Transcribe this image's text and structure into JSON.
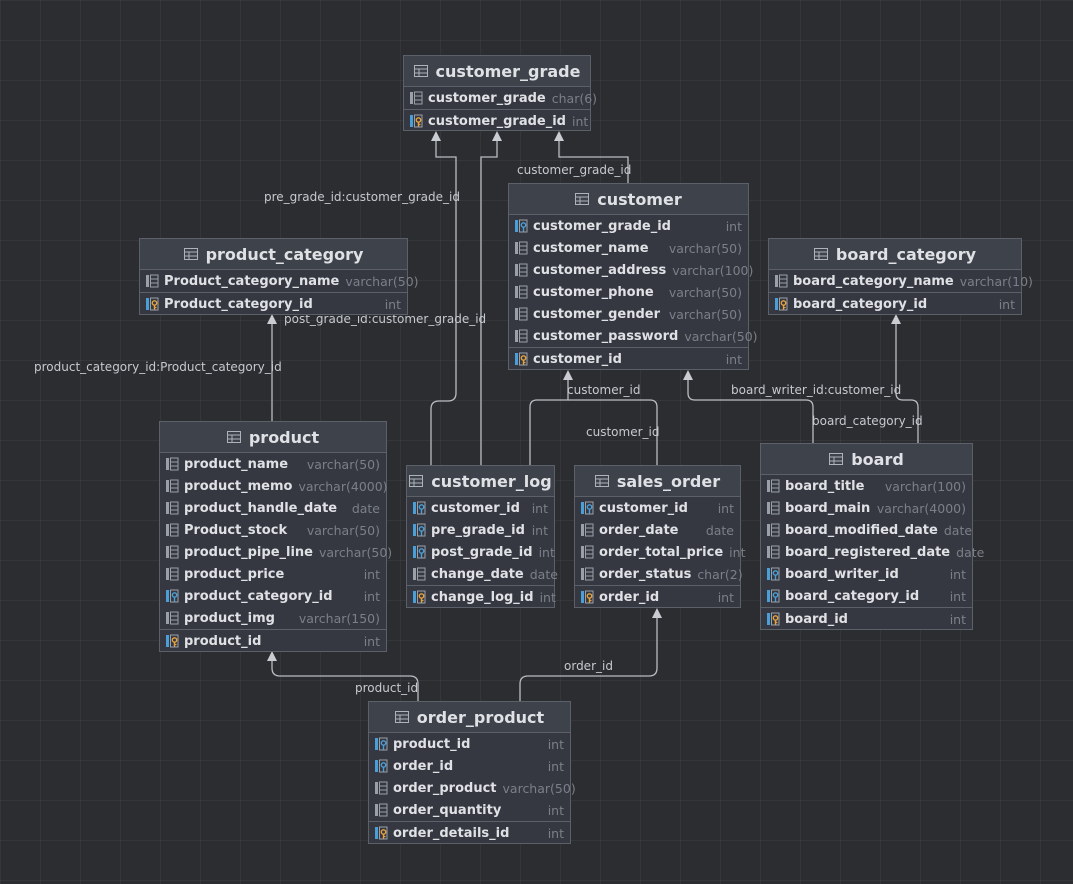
{
  "edge_labels": {
    "customer_grade_id": "customer_grade_id",
    "pre_grade": "pre_grade_id:customer_grade_id",
    "post_grade": "post_grade_id:customer_grade_id",
    "product_category": "product_category_id:Product_category_id",
    "customer_id_1": "customer_id",
    "customer_id_2": "customer_id",
    "board_writer": "board_writer_id:customer_id",
    "board_category": "board_category_id",
    "order_id": "order_id",
    "product_id": "product_id"
  },
  "tables": {
    "customer_grade": {
      "name": "customer_grade",
      "columns": [
        {
          "name": "customer_grade",
          "type": "char(6)",
          "icon": "column-icon"
        },
        {
          "name": "customer_grade_id",
          "type": "int",
          "icon": "primary-key-icon"
        }
      ]
    },
    "customer": {
      "name": "customer",
      "columns": [
        {
          "name": "customer_grade_id",
          "type": "int",
          "icon": "foreign-key-icon"
        },
        {
          "name": "customer_name",
          "type": "varchar(50)",
          "icon": "column-icon"
        },
        {
          "name": "customer_address",
          "type": "varchar(100)",
          "icon": "column-icon"
        },
        {
          "name": "customer_phone",
          "type": "varchar(50)",
          "icon": "column-icon"
        },
        {
          "name": "customer_gender",
          "type": "varchar(50)",
          "icon": "column-icon"
        },
        {
          "name": "customer_password",
          "type": "varchar(50)",
          "icon": "column-icon"
        },
        {
          "name": "customer_id",
          "type": "int",
          "icon": "primary-key-icon"
        }
      ]
    },
    "product_category": {
      "name": "product_category",
      "columns": [
        {
          "name": "Product_category_name",
          "type": "varchar(50)",
          "icon": "column-icon"
        },
        {
          "name": "Product_category_id",
          "type": "int",
          "icon": "primary-key-icon"
        }
      ]
    },
    "board_category": {
      "name": "board_category",
      "columns": [
        {
          "name": "board_category_name",
          "type": "varchar(10)",
          "icon": "column-icon"
        },
        {
          "name": "board_category_id",
          "type": "int",
          "icon": "primary-key-icon"
        }
      ]
    },
    "product": {
      "name": "product",
      "columns": [
        {
          "name": "product_name",
          "type": "varchar(50)",
          "icon": "column-icon"
        },
        {
          "name": "product_memo",
          "type": "varchar(4000)",
          "icon": "column-icon"
        },
        {
          "name": "product_handle_date",
          "type": "date",
          "icon": "column-icon"
        },
        {
          "name": "Product_stock",
          "type": "varchar(50)",
          "icon": "column-icon"
        },
        {
          "name": "product_pipe_line",
          "type": "varchar(50)",
          "icon": "column-icon"
        },
        {
          "name": "product_price",
          "type": "int",
          "icon": "column-icon"
        },
        {
          "name": "product_category_id",
          "type": "int",
          "icon": "foreign-key-icon"
        },
        {
          "name": "product_img",
          "type": "varchar(150)",
          "icon": "column-icon"
        },
        {
          "name": "product_id",
          "type": "int",
          "icon": "primary-key-icon"
        }
      ]
    },
    "customer_log": {
      "name": "customer_log",
      "columns": [
        {
          "name": "customer_id",
          "type": "int",
          "icon": "foreign-key-icon"
        },
        {
          "name": "pre_grade_id",
          "type": "int",
          "icon": "foreign-key-icon"
        },
        {
          "name": "post_grade_id",
          "type": "int",
          "icon": "foreign-key-icon"
        },
        {
          "name": "change_date",
          "type": "date",
          "icon": "column-icon"
        },
        {
          "name": "change_log_id",
          "type": "int",
          "icon": "primary-key-icon"
        }
      ]
    },
    "sales_order": {
      "name": "sales_order",
      "columns": [
        {
          "name": "customer_id",
          "type": "int",
          "icon": "foreign-key-icon"
        },
        {
          "name": "order_date",
          "type": "date",
          "icon": "column-icon"
        },
        {
          "name": "order_total_price",
          "type": "int",
          "icon": "column-icon"
        },
        {
          "name": "order_status",
          "type": "char(2)",
          "icon": "column-icon"
        },
        {
          "name": "order_id",
          "type": "int",
          "icon": "primary-key-icon"
        }
      ]
    },
    "board": {
      "name": "board",
      "columns": [
        {
          "name": "board_title",
          "type": "varchar(100)",
          "icon": "column-icon"
        },
        {
          "name": "board_main",
          "type": "varchar(4000)",
          "icon": "column-icon"
        },
        {
          "name": "board_modified_date",
          "type": "date",
          "icon": "column-icon"
        },
        {
          "name": "board_registered_date",
          "type": "date",
          "icon": "column-icon"
        },
        {
          "name": "board_writer_id",
          "type": "int",
          "icon": "foreign-key-icon"
        },
        {
          "name": "board_category_id",
          "type": "int",
          "icon": "foreign-key-icon"
        },
        {
          "name": "board_id",
          "type": "int",
          "icon": "primary-key-icon"
        }
      ]
    },
    "order_product": {
      "name": "order_product",
      "columns": [
        {
          "name": "product_id",
          "type": "int",
          "icon": "foreign-key-icon"
        },
        {
          "name": "order_id",
          "type": "int",
          "icon": "foreign-key-icon"
        },
        {
          "name": "order_product",
          "type": "varchar(50)",
          "icon": "column-icon"
        },
        {
          "name": "order_quantity",
          "type": "int",
          "icon": "column-icon"
        },
        {
          "name": "order_details_id",
          "type": "int",
          "icon": "primary-key-icon"
        }
      ]
    }
  }
}
